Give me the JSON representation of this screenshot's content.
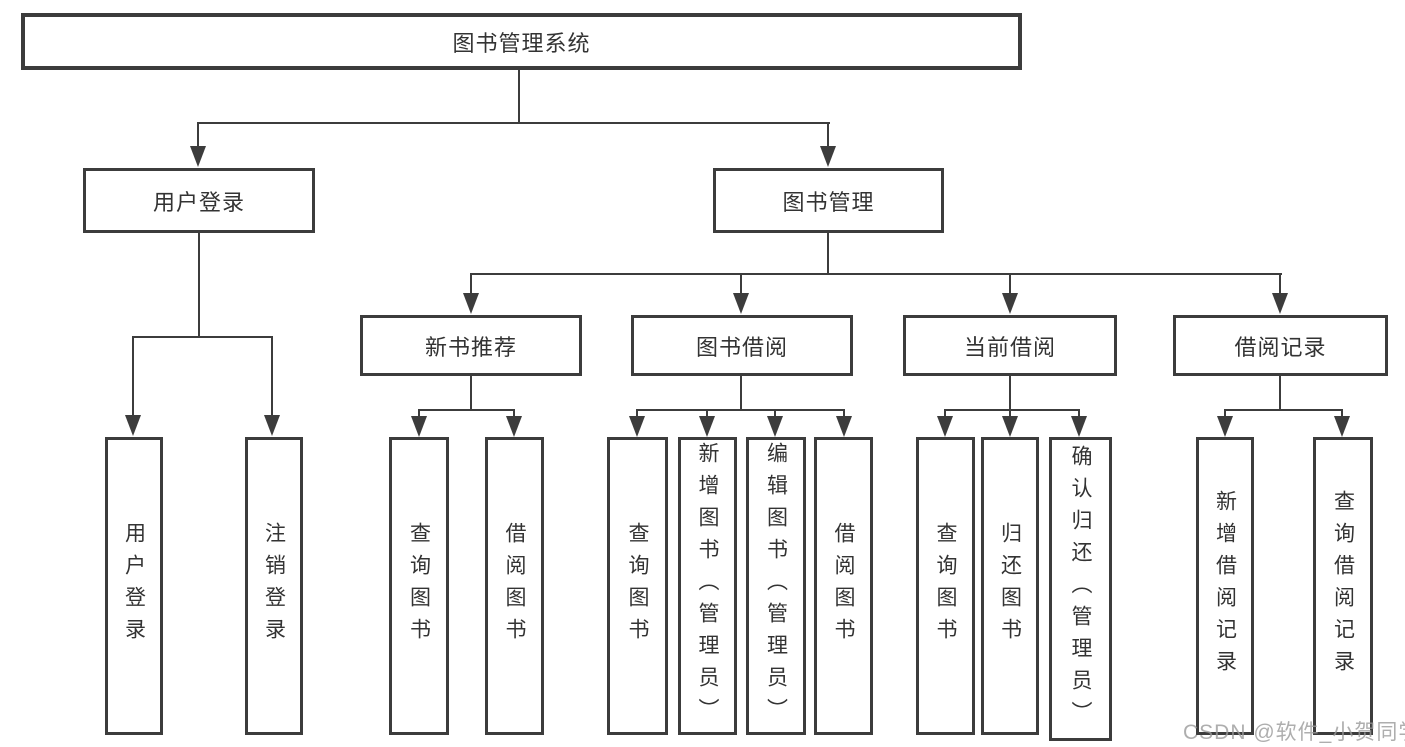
{
  "diagram_title": "图书管理系统",
  "tree": {
    "label": "图书管理系统",
    "children": [
      {
        "label": "用户登录",
        "children": [
          {
            "label": "用户登录"
          },
          {
            "label": "注销登录"
          }
        ]
      },
      {
        "label": "图书管理",
        "children": [
          {
            "label": "新书推荐",
            "children": [
              {
                "label": "查询图书"
              },
              {
                "label": "借阅图书"
              }
            ]
          },
          {
            "label": "图书借阅",
            "children": [
              {
                "label": "查询图书"
              },
              {
                "label": "新增图书（管理员）"
              },
              {
                "label": "编辑图书（管理员）"
              },
              {
                "label": "借阅图书"
              }
            ]
          },
          {
            "label": "当前借阅",
            "children": [
              {
                "label": "查询图书"
              },
              {
                "label": "归还图书"
              },
              {
                "label": "确认归还（管理员）"
              }
            ]
          },
          {
            "label": "借阅记录",
            "children": [
              {
                "label": "新增借阅记录"
              },
              {
                "label": "查询借阅记录"
              }
            ]
          }
        ]
      }
    ]
  },
  "watermark": {
    "text": "CSDN @软件_小贺同学"
  },
  "colors": {
    "line": "#3c3c3c",
    "text": "#333333",
    "watermark": "#9a9a9a",
    "background": "#ffffff"
  }
}
